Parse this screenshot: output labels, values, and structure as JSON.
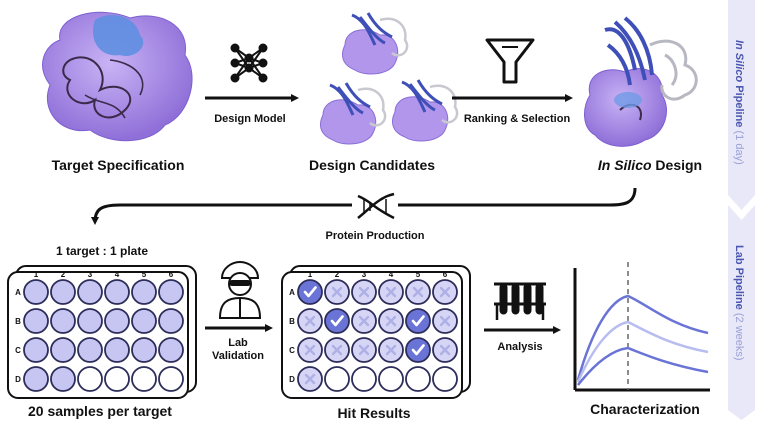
{
  "colors": {
    "accent_purple": "#a98ee6",
    "protein_blue": "#4a5bbf",
    "well_fill": "#c7c6f3",
    "well_stroke": "#2d2d5a",
    "sidebar": "#e8e8f8",
    "sidebar_text": "#4a56b0",
    "curve_dark": "#6a74d6",
    "curve_light": "#b8bdf0"
  },
  "stages": {
    "target_specification": "Target Specification",
    "design_model": "Design Model",
    "design_candidates": "Design Candidates",
    "ranking_selection": "Ranking & Selection",
    "in_silico_design_italic": "In Silico",
    "in_silico_design_rest": " Design",
    "protein_production": "Protein Production",
    "plate_caption": "1 target : 1 plate",
    "lab_validation_1": "Lab",
    "lab_validation_2": "Validation",
    "analysis": "Analysis",
    "samples_per_target": "20 samples per target",
    "hit_results": "Hit Results",
    "characterization": "Characterization"
  },
  "sidebar": {
    "in_silico_italic": "In Silico",
    "in_silico_bold": " Pipeline",
    "in_silico_duration": " (1 day)",
    "lab_bold": "Lab Pipeline",
    "lab_duration": " (2 weeks)"
  },
  "plate": {
    "columns": [
      "1",
      "2",
      "3",
      "4",
      "5",
      "6"
    ],
    "rows": [
      "A",
      "B",
      "C",
      "D"
    ],
    "samples_filled": 20
  },
  "hits": {
    "hit_wells": [
      "A1",
      "B2",
      "B5",
      "C5"
    ],
    "empty_wells": [
      "D2",
      "D3",
      "D4",
      "D5",
      "D6"
    ]
  },
  "icons": {
    "design_model": "neural-network-icon",
    "ranking": "funnel-filter-icon",
    "protein_production": "dna-helix-icon",
    "lab_validation": "scientist-icon",
    "analysis": "test-tube-rack-icon"
  }
}
